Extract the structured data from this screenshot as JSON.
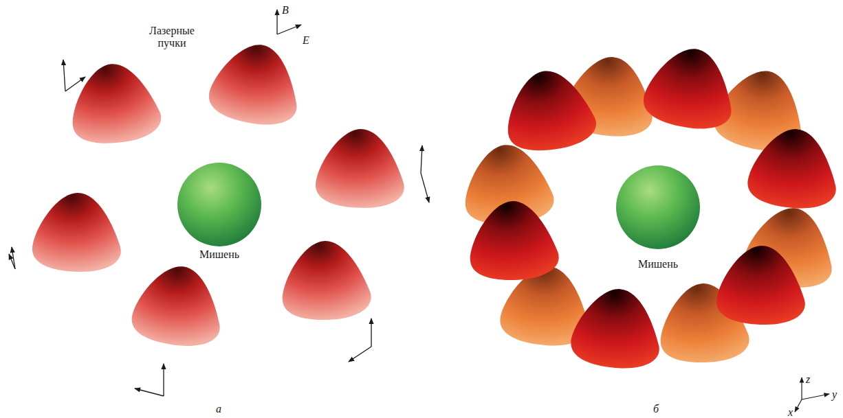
{
  "diagram": {
    "nodes": [
      {
        "text": [
          "Мишень"
        ]
      },
      {
        "text": [
          "Мишень"
        ]
      }
    ],
    "labels": [
      "Лазерные пучки",
      "B",
      "E",
      "z",
      "y",
      "x",
      "а",
      "б"
    ]
  }
}
